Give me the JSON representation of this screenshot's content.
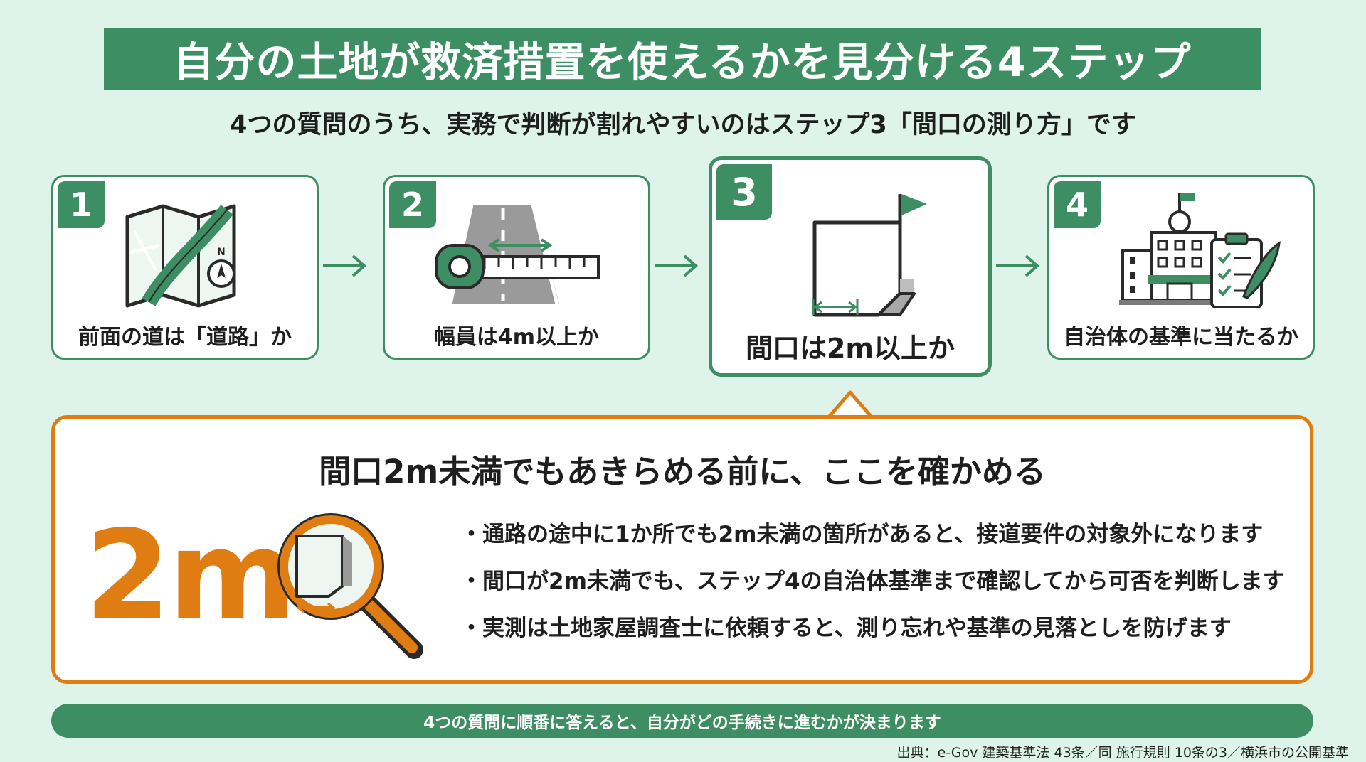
{
  "title": "自分の土地が救済措置を使えるかを見分ける4ステップ",
  "subtitle": "4つの質問のうち、実務で判断が割れやすいのはステップ3「間口の測り方」です",
  "steps": [
    {
      "number": "1",
      "label": "前面の道は「道路」か",
      "icon": "map-icon"
    },
    {
      "number": "2",
      "label": "幅員は4m以上か",
      "icon": "road-tape-measure-icon"
    },
    {
      "number": "3",
      "label": "間口は2m以上か",
      "icon": "lot-flag-icon"
    },
    {
      "number": "4",
      "label": "自治体の基準に当たるか",
      "icon": "city-hall-checklist-icon"
    }
  ],
  "map_compass_letter": "N",
  "panel": {
    "title": "間口2m未満でもあきらめる前に、ここを確かめる",
    "big_value": "2m",
    "bullets": [
      "通路の途中に1か所でも2m未満の箇所があると、接道要件の対象外になります",
      "間口が2m未満でも、ステップ4の自治体基準まで確認してから可否を判断します",
      "実測は土地家屋調査士に依頼すると、測り忘れや基準の見落としを防げます"
    ]
  },
  "footer": "4つの質問に順番に答えると、自分がどの手続きに進むかが決まります",
  "source": "出典：e-Gov 建築基準法 43条／同 施行規則 10条の3／横浜市の公開基準",
  "colors": {
    "green": "#3e8e63",
    "orange": "#e07d12",
    "background": "#def3ea"
  }
}
